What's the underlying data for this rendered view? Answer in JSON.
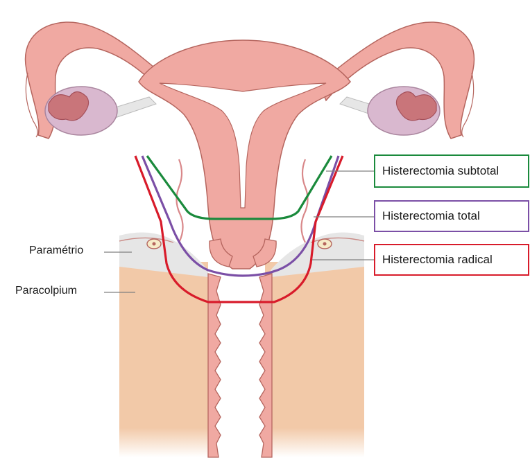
{
  "labels": {
    "parametrio": "Paramétrio",
    "paracolpium": "Paracolpium"
  },
  "procedures": [
    {
      "key": "subtotal",
      "label": "Histerectomia subtotal",
      "color": "#1a8a3c"
    },
    {
      "key": "total",
      "label": "Histerectomia total",
      "color": "#7b4fa6"
    },
    {
      "key": "radical",
      "label": "Histerectomia radical",
      "color": "#d81b2a"
    }
  ],
  "colors": {
    "tissue": "#f0a9a2",
    "tissue_outline": "#b5655e",
    "ovary": "#d9b8cf",
    "paracolpium": "#f2c9a8",
    "parametrium": "#e6e6e6",
    "leader": "#808080"
  }
}
